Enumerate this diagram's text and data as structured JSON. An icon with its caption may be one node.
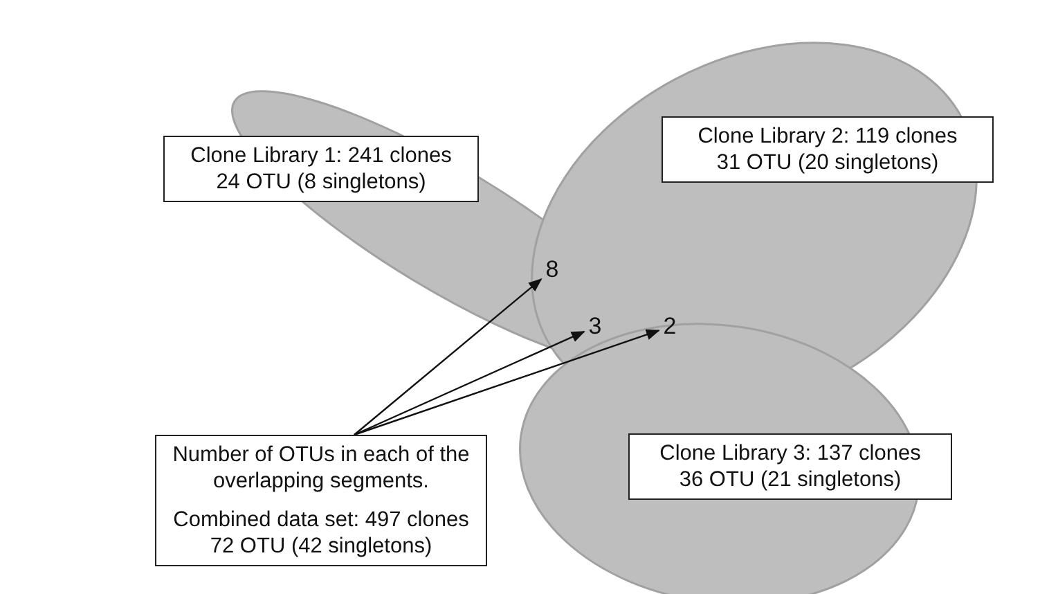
{
  "diagram": {
    "nodes": [
      {
        "text": [
          "Clone Library 1: 241 clones",
          "24 OTU (8 singletons)"
        ]
      },
      {
        "text": [
          "Clone Library 2: 119 clones",
          "31 OTU (20 singletons)"
        ]
      },
      {
        "text": [
          "Number of OTUs in each of the overlapping segments.",
          "Combined data set: 497 clones",
          "72 OTU (42 singletons)"
        ]
      },
      {
        "text": [
          "Clone Library 3: 137 clones",
          "36 OTU (21 singletons)"
        ]
      },
      {
        "text": [
          "8"
        ]
      },
      {
        "text": [
          "3"
        ]
      },
      {
        "text": [
          "2"
        ]
      }
    ],
    "edges": [
      {
        "from": 2,
        "to": 4,
        "arrow": "to"
      },
      {
        "from": 2,
        "to": 5,
        "arrow": "to"
      },
      {
        "from": 2,
        "to": 6,
        "arrow": "to"
      }
    ]
  }
}
